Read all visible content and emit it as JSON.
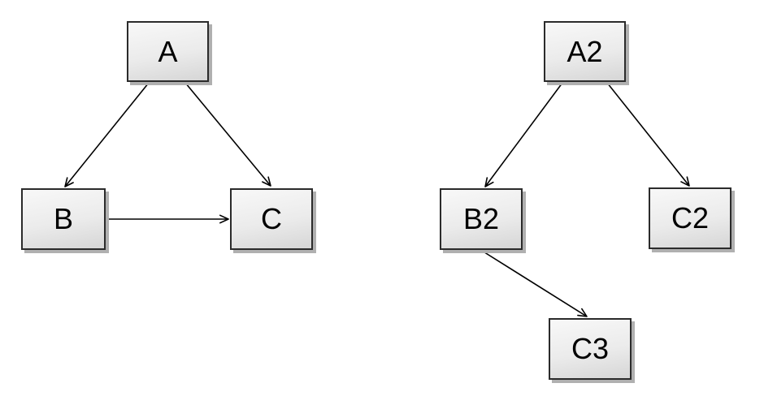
{
  "canvas": {
    "background": "#ffffff"
  },
  "colors": {
    "node_border": "#2b2b2b",
    "node_fill_top": "#f8f8f8",
    "node_fill_bottom": "#d6d6d6",
    "node_shadow": "#b0b0b0",
    "edge_stroke": "#000000",
    "label_text": "#000000"
  },
  "diagrams": [
    {
      "nodes": [
        {
          "id": "A",
          "label": "A"
        },
        {
          "id": "B",
          "label": "B"
        },
        {
          "id": "C",
          "label": "C"
        }
      ],
      "edges": [
        {
          "from": "A",
          "to": "B"
        },
        {
          "from": "A",
          "to": "C"
        },
        {
          "from": "B",
          "to": "C"
        }
      ]
    },
    {
      "nodes": [
        {
          "id": "A2",
          "label": "A2"
        },
        {
          "id": "B2",
          "label": "B2"
        },
        {
          "id": "C2",
          "label": "C2"
        },
        {
          "id": "C3",
          "label": "C3"
        }
      ],
      "edges": [
        {
          "from": "A2",
          "to": "B2"
        },
        {
          "from": "A2",
          "to": "C2"
        },
        {
          "from": "B2",
          "to": "C3"
        }
      ]
    }
  ]
}
